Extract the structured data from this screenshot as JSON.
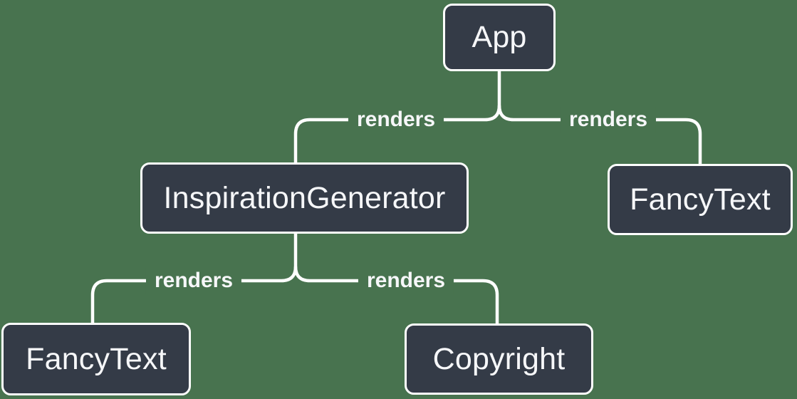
{
  "colors": {
    "background": "#48734F",
    "node_fill": "#343B47",
    "node_border": "#FFFFFF",
    "line": "#FFFFFF",
    "text": "#F6F7F9"
  },
  "diagram": {
    "type": "component-render-tree",
    "nodes": [
      {
        "id": "app",
        "label": "App"
      },
      {
        "id": "inspiration-generator",
        "label": "InspirationGenerator"
      },
      {
        "id": "fancy-text-top",
        "label": "FancyText"
      },
      {
        "id": "fancy-text-bottom",
        "label": "FancyText"
      },
      {
        "id": "copyright",
        "label": "Copyright"
      }
    ],
    "edges": [
      {
        "from": "App",
        "to": "InspirationGenerator",
        "label": "renders"
      },
      {
        "from": "App",
        "to": "FancyText",
        "label": "renders"
      },
      {
        "from": "InspirationGenerator",
        "to": "FancyText",
        "label": "renders"
      },
      {
        "from": "InspirationGenerator",
        "to": "Copyright",
        "label": "renders"
      }
    ]
  }
}
